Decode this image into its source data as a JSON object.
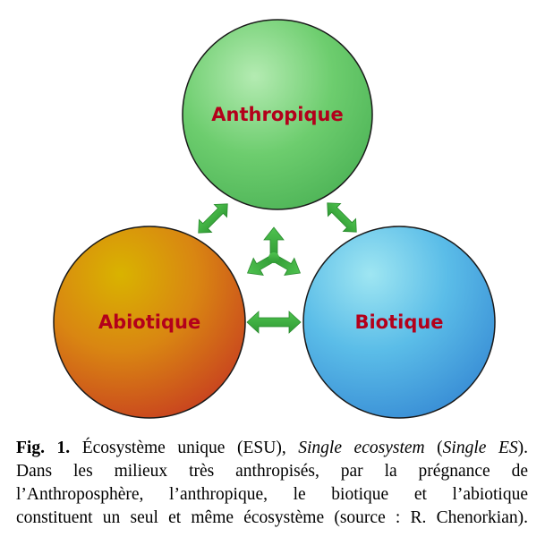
{
  "diagram": {
    "nodes": [
      {
        "id": "anthropique",
        "label": "Anthropique",
        "color": "#5cc663"
      },
      {
        "id": "abiotique",
        "label": "Abiotique",
        "color": "#d9691a"
      },
      {
        "id": "biotique",
        "label": "Biotique",
        "color": "#49a6e6"
      }
    ],
    "arrow_color": "#3aa33a",
    "label_color": "#b3001b"
  },
  "caption": {
    "fig_label": "Fig. 1.",
    "line1_a": " Écosystème unique (ESU), ",
    "line1_b": "Single ecosystem",
    "line1_c": " (",
    "line1_d": "Single ES",
    "line1_e": ").",
    "line2": "Dans les milieux très anthropisés, par la prégnance de",
    "line3": "l’Anthroposphère, l’anthropique, le biotique et l’abiotique",
    "line4": "constituent un seul et même écosystème (source : R. Chenorkian)."
  }
}
